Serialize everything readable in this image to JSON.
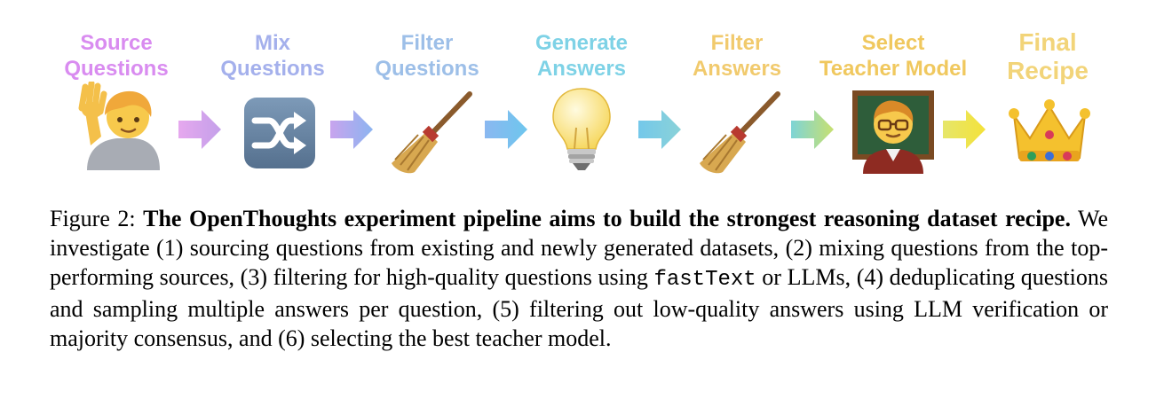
{
  "stages": [
    {
      "line1": "Source",
      "line2": "Questions",
      "icon": "raising-hand-person-icon",
      "color": "#d98cf0"
    },
    {
      "line1": "Mix",
      "line2": "Questions",
      "icon": "shuffle-icon",
      "color": "#a4b0ec"
    },
    {
      "line1": "Filter",
      "line2": "Questions",
      "icon": "broom-icon",
      "color": "#9dbfe8"
    },
    {
      "line1": "Generate",
      "line2": "Answers",
      "icon": "light-bulb-icon",
      "color": "#7ed2e6"
    },
    {
      "line1": "Filter",
      "line2": "Answers",
      "icon": "broom-icon",
      "color": "#f1ca6d"
    },
    {
      "line1": "Select",
      "line2": "Teacher Model",
      "icon": "teacher-icon",
      "color": "#f0c85e"
    },
    {
      "line1": "Final",
      "line2": "Recipe",
      "icon": "crown-icon",
      "color": "#f2d479"
    }
  ],
  "arrows": [
    {
      "from": "#e6a8ee",
      "to": "#c4a0ea"
    },
    {
      "from": "#c8a4ee",
      "to": "#8cb4f0"
    },
    {
      "from": "#8ab8f0",
      "to": "#6ec6ee"
    },
    {
      "from": "#74c8ea",
      "to": "#8ad2d8"
    },
    {
      "from": "#7ed4d6",
      "to": "#c8e070"
    },
    {
      "from": "#e6e66a",
      "to": "#f4e23a"
    }
  ],
  "caption": {
    "prefix": "Figure 2: ",
    "lead": "The OpenThoughts experiment pipeline aims to build the strongest reasoning dataset recipe.",
    "body1": " We investigate (1) sourcing questions from existing and newly generated datasets, (2) mixing questions from the top-performing sources, (3) filtering for high-quality questions using ",
    "code": "fastText",
    "body2": " or LLMs, (4) deduplicating questions and sampling multiple answers per question, (5) filtering out low-quality answers using LLM verification or majority consensus, and (6) selecting the best teacher model."
  }
}
